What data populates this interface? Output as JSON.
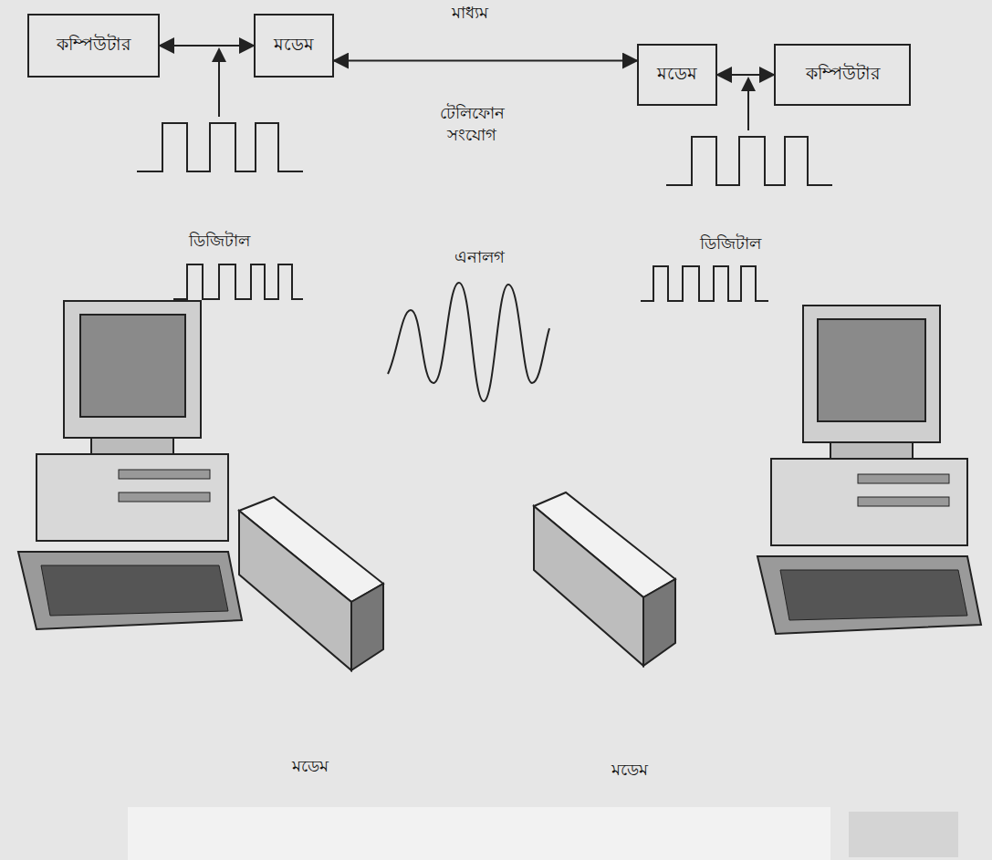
{
  "diagram": {
    "nodes": [
      {
        "text": [
          "কম্পিউটার"
        ]
      },
      {
        "text": [
          "মডেম"
        ]
      },
      {
        "text": [
          "মডেম"
        ]
      },
      {
        "text": [
          "কম্পিউটার"
        ]
      }
    ],
    "edges": [
      {
        "from": 0,
        "to": 1,
        "arrow": "both"
      },
      {
        "from": 1,
        "to": 2,
        "arrow": "both"
      },
      {
        "from": 2,
        "to": 3,
        "arrow": "both"
      }
    ],
    "labels": [
      "মাধ্যম",
      "টেলিফোন সংযোগ",
      "ডিজিটাল",
      "এনালগ",
      "ডিজিটাল",
      "মডেম",
      "মডেম"
    ]
  }
}
